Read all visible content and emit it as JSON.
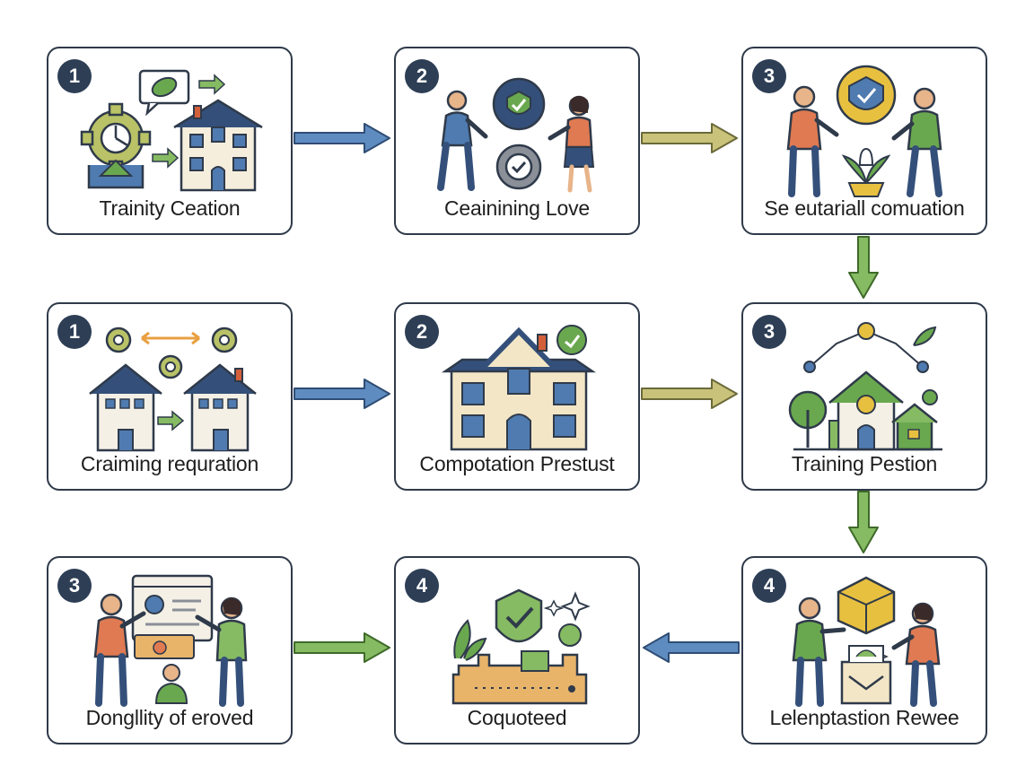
{
  "colors": {
    "border": "#2f3a4a",
    "badge": "#2d3e55",
    "blue_arrow": "#4f7bb0",
    "olive_arrow": "#b9b56a",
    "green_arrow": "#6aa84f",
    "navy": "#34507a",
    "green": "#6aa84f",
    "orange": "#e07a52",
    "tan": "#e8c87a"
  },
  "steps": [
    {
      "number": "1",
      "label": "Trainity Ceation",
      "icon": "gear-house-leaf-icon"
    },
    {
      "number": "2",
      "label": "Ceainining Love",
      "icon": "people-gears-shield-icon"
    },
    {
      "number": "3",
      "label": "Se eutariall comuation",
      "icon": "people-shield-plant-icon"
    },
    {
      "number": "1",
      "label": "Craiming requration",
      "icon": "houses-gears-icon"
    },
    {
      "number": "2",
      "label": "Compotation Prestust",
      "icon": "house-leaf-icon"
    },
    {
      "number": "3",
      "label": "Training Pestion",
      "icon": "house-tree-network-icon"
    },
    {
      "number": "3",
      "label": "Dongllity of eroved",
      "icon": "people-presentation-icon"
    },
    {
      "number": "4",
      "label": "Coquoteed",
      "icon": "shield-plant-tray-icon"
    },
    {
      "number": "4",
      "label": "Lelenptastion Rewee",
      "icon": "people-box-icon"
    }
  ]
}
